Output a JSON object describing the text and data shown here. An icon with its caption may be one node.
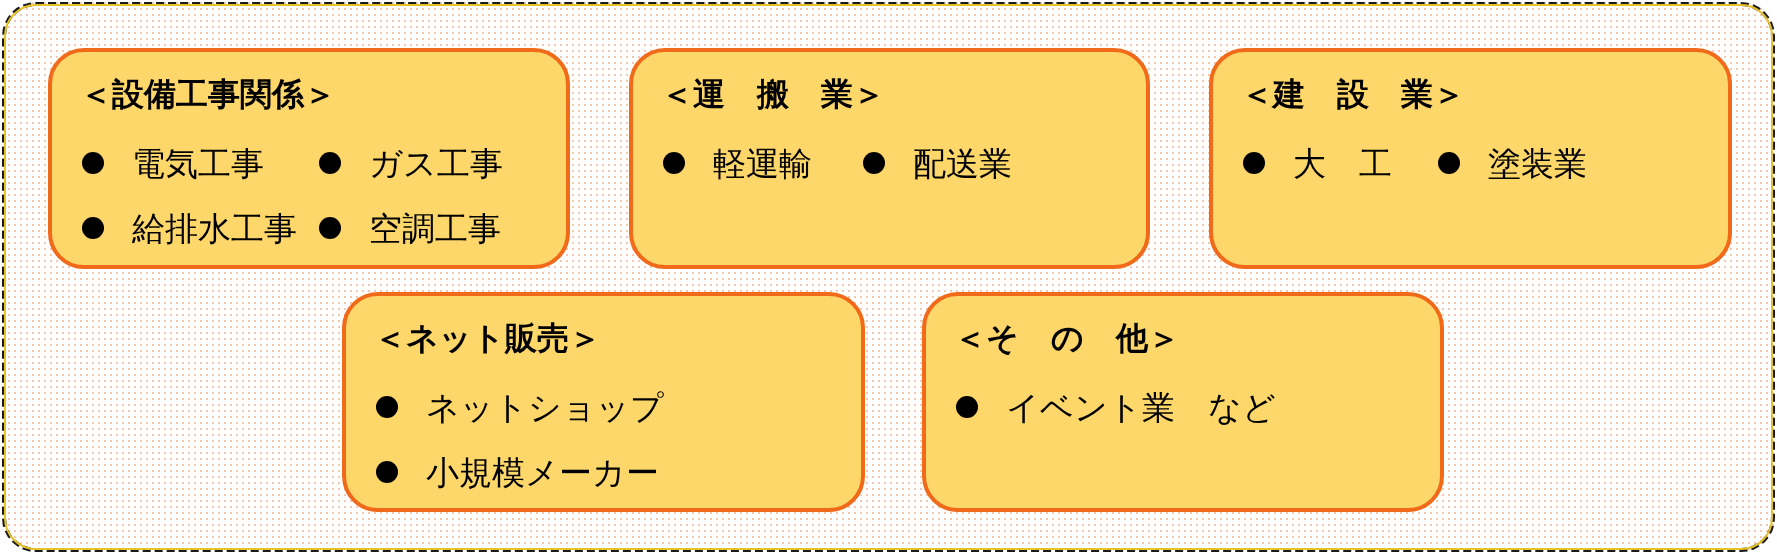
{
  "diagram": {
    "nodes": [
      {
        "text": [],
        "shape": "box"
      },
      {
        "text": [
          "＜設備工事関係＞",
          "電気工事",
          "ガス工事",
          "給排水工事",
          "空調工事"
        ],
        "in": 0
      },
      {
        "text": [
          "＜運　搬　業＞",
          "軽運輸",
          "配送業"
        ],
        "in": 0
      },
      {
        "text": [
          "＜建　設　業＞",
          "大　工",
          "塗装業"
        ],
        "in": 0
      },
      {
        "text": [
          "＜ネット販売＞",
          "ネットショップ",
          "小規模メーカー"
        ],
        "in": 0
      },
      {
        "text": [
          "＜そ　の　他＞",
          "イベント業　など"
        ],
        "in": 0
      }
    ]
  }
}
